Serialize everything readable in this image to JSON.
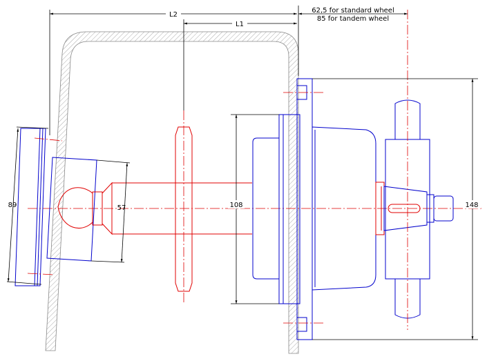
{
  "dimensions": {
    "l2": "L2",
    "l1": "L1",
    "offset_standard": "62,5 for standard wheel",
    "offset_tandem": "85 for tandem wheel",
    "d89": "89",
    "d57": "57",
    "d108": "108",
    "d148": "148"
  },
  "colors": {
    "outline": "#0000cc",
    "shaft": "#e00000",
    "dimension": "#000000",
    "hatch": "#aaaaaa"
  }
}
